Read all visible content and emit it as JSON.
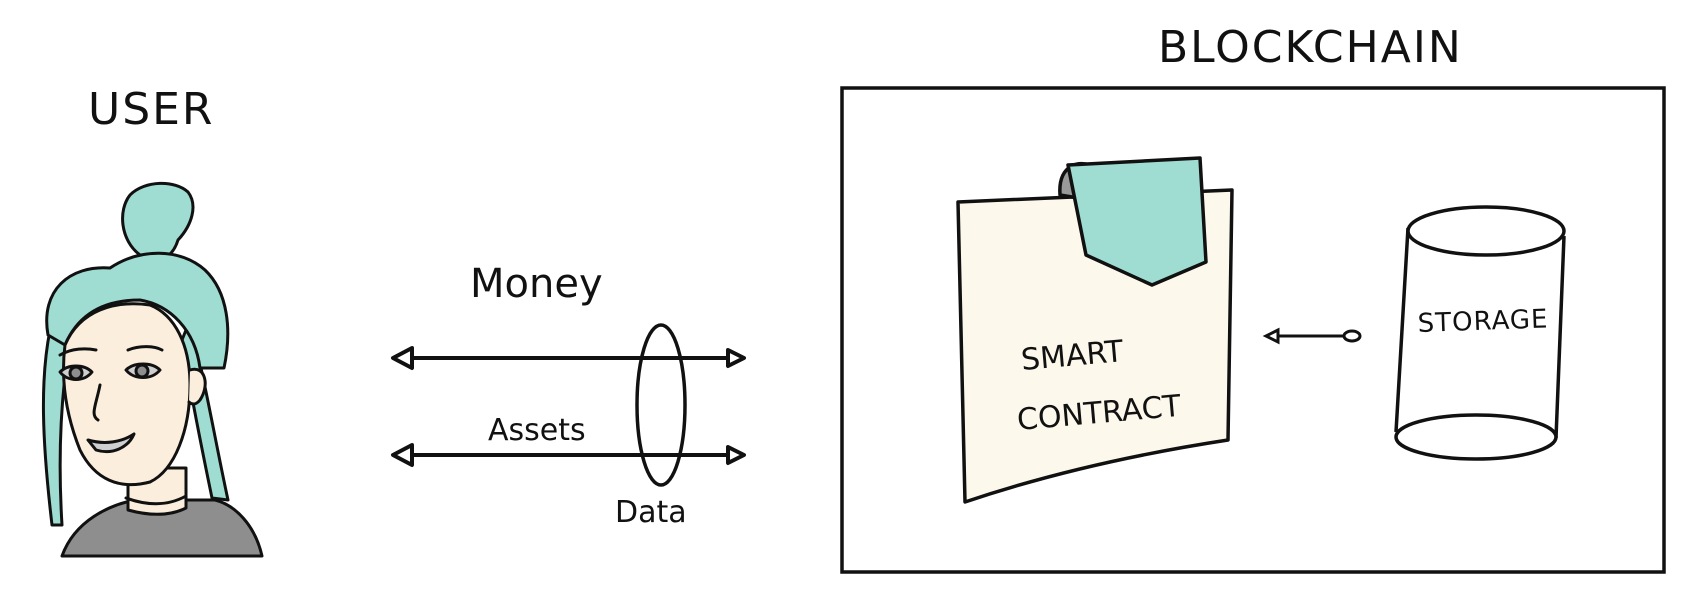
{
  "labels": {
    "user": "USER",
    "blockchain": "BLOCKCHAIN",
    "money": "Money",
    "assets": "Assets",
    "data": "Data",
    "smart_contract_line1": "SMART",
    "smart_contract_line2": "CONTRACT",
    "storage": "STORAGE"
  },
  "colors": {
    "accent_teal": "#9fdcd2",
    "skin": "#fbeedd",
    "paper": "#fcf8ec",
    "shirt": "#8e8e8e",
    "ink": "#111111"
  },
  "icons": {
    "user": "user-avatar-icon",
    "contract": "smart-contract-document-icon",
    "storage": "storage-cylinder-icon"
  }
}
